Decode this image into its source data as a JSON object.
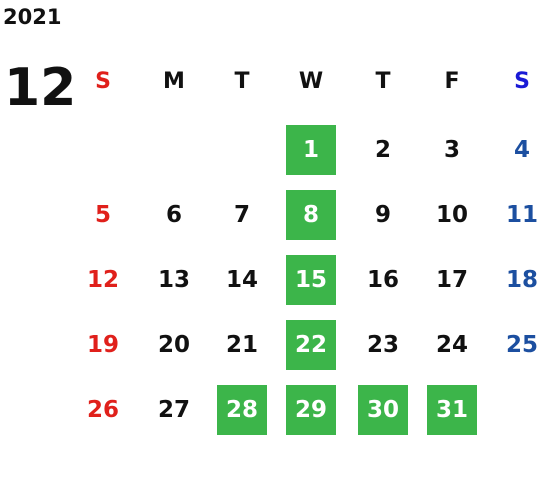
{
  "calendar": {
    "year": "2021",
    "month": "12",
    "weekdays": [
      "S",
      "M",
      "T",
      "W",
      "T",
      "F",
      "S"
    ],
    "first_weekday_index": 3,
    "days": [
      "1",
      "2",
      "3",
      "4",
      "5",
      "6",
      "7",
      "8",
      "9",
      "10",
      "11",
      "12",
      "13",
      "14",
      "15",
      "16",
      "17",
      "18",
      "19",
      "20",
      "21",
      "22",
      "23",
      "24",
      "25",
      "26",
      "27",
      "28",
      "29",
      "30",
      "31"
    ],
    "highlighted_days": [
      "1",
      "8",
      "15",
      "22",
      "28",
      "29",
      "30",
      "31"
    ],
    "colors": {
      "sunday": "#e0201b",
      "saturday": "#1c4fa0",
      "highlight_bg": "#3cb54a",
      "highlight_text": "#ffffff",
      "default_text": "#111111"
    }
  }
}
